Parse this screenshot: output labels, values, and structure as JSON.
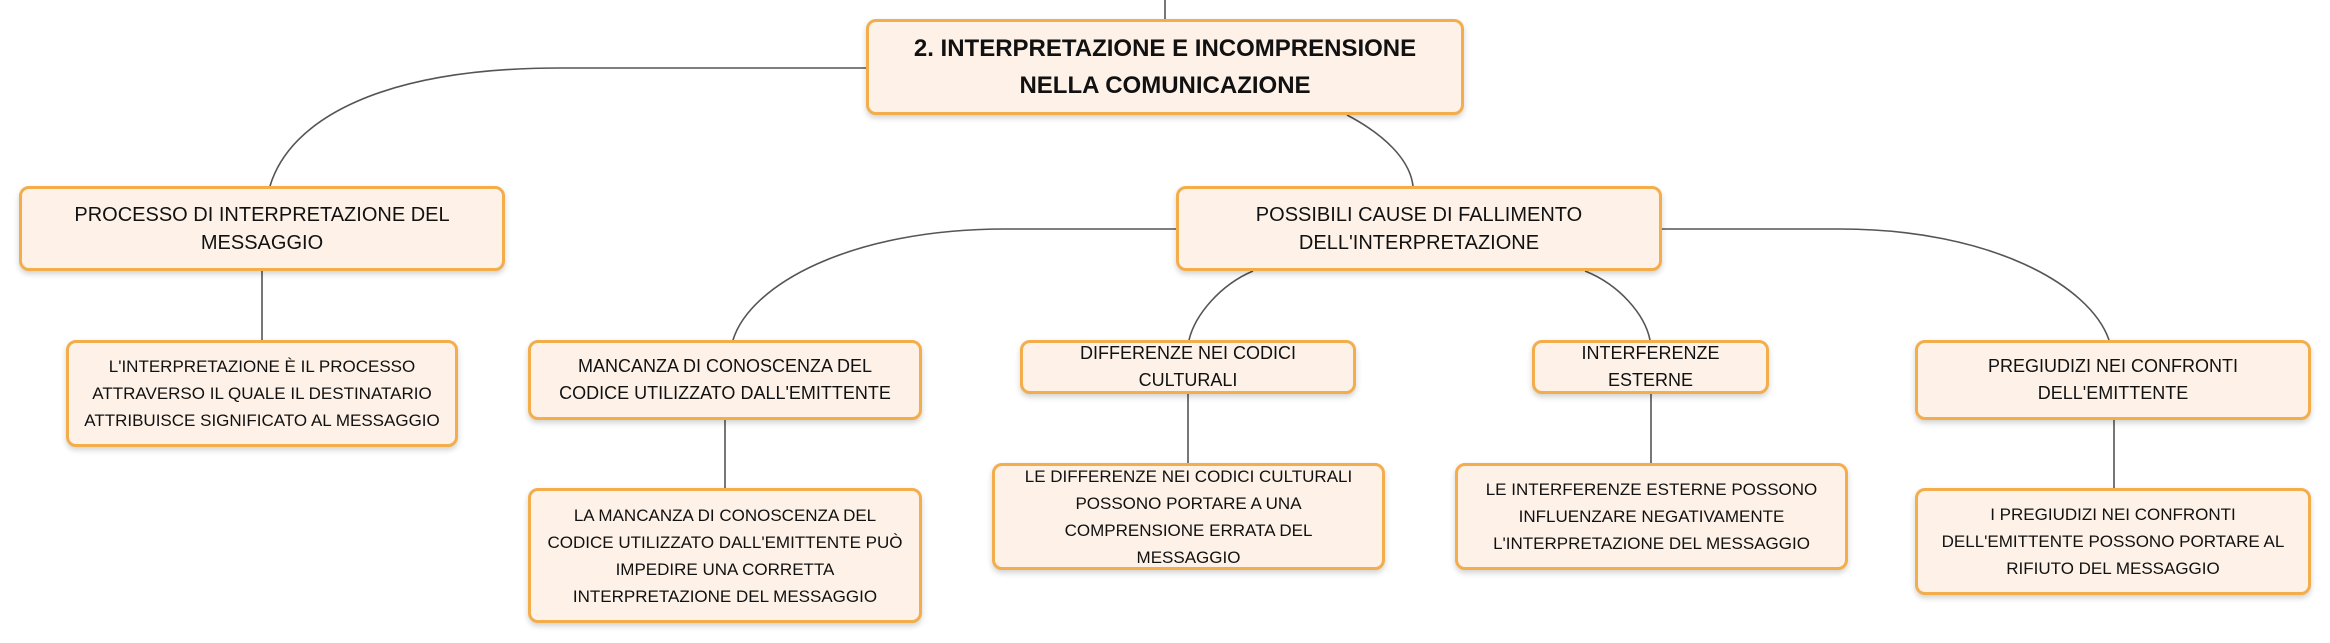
{
  "root": {
    "title": "2. INTERPRETAZIONE E INCOMPRENSIONE NELLA COMUNICAZIONE"
  },
  "process": {
    "title": "PROCESSO DI INTERPRETAZIONE DEL MESSAGGIO",
    "detail": "L'INTERPRETAZIONE È IL PROCESSO ATTRAVERSO IL QUALE IL DESTINATARIO ATTRIBUISCE SIGNIFICATO AL MESSAGGIO"
  },
  "causes": {
    "title": "POSSIBILI CAUSE DI FALLIMENTO DELL'INTERPRETAZIONE",
    "items": [
      {
        "title": "MANCANZA DI CONOSCENZA DEL CODICE UTILIZZATO DALL'EMITTENTE",
        "detail": "LA MANCANZA DI CONOSCENZA DEL CODICE UTILIZZATO DALL'EMITTENTE PUÒ IMPEDIRE UNA CORRETTA INTERPRETAZIONE DEL MESSAGGIO"
      },
      {
        "title": "DIFFERENZE NEI CODICI CULTURALI",
        "detail": "LE DIFFERENZE NEI CODICI CULTURALI POSSONO PORTARE A UNA COMPRENSIONE ERRATA DEL MESSAGGIO"
      },
      {
        "title": "INTERFERENZE ESTERNE",
        "detail": "LE INTERFERENZE ESTERNE POSSONO INFLUENZARE NEGATIVAMENTE L'INTERPRETAZIONE DEL MESSAGGIO"
      },
      {
        "title": "PREGIUDIZI NEI CONFRONTI DELL'EMITTENTE",
        "detail": "I PREGIUDIZI NEI CONFRONTI DELL'EMITTENTE POSSONO PORTARE AL RIFIUTO DEL MESSAGGIO"
      }
    ]
  }
}
